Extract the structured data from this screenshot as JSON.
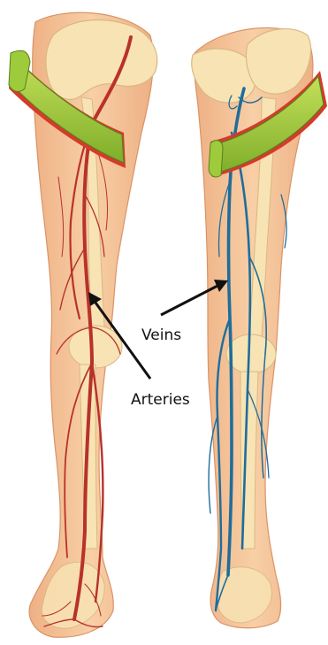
{
  "labels": {
    "veins": "Veins",
    "arteries": "Arteries"
  },
  "colors": {
    "skin": "#f6c79a",
    "skin_shadow": "#e9a978",
    "bone": "#f8e3b4",
    "bone_edge": "#d9b882",
    "artery": "#b8322a",
    "vein": "#1f6d9b",
    "strap": "#9ecb3c",
    "strap_edge": "#5a7f1c",
    "strap_rim": "#d63a2a",
    "arrow": "#111111"
  },
  "icons": {
    "left_leg": "leg-arteries-illustration",
    "right_leg": "leg-veins-illustration",
    "left_strap": "thigh-cuff-strap",
    "right_strap": "thigh-cuff-strap"
  }
}
